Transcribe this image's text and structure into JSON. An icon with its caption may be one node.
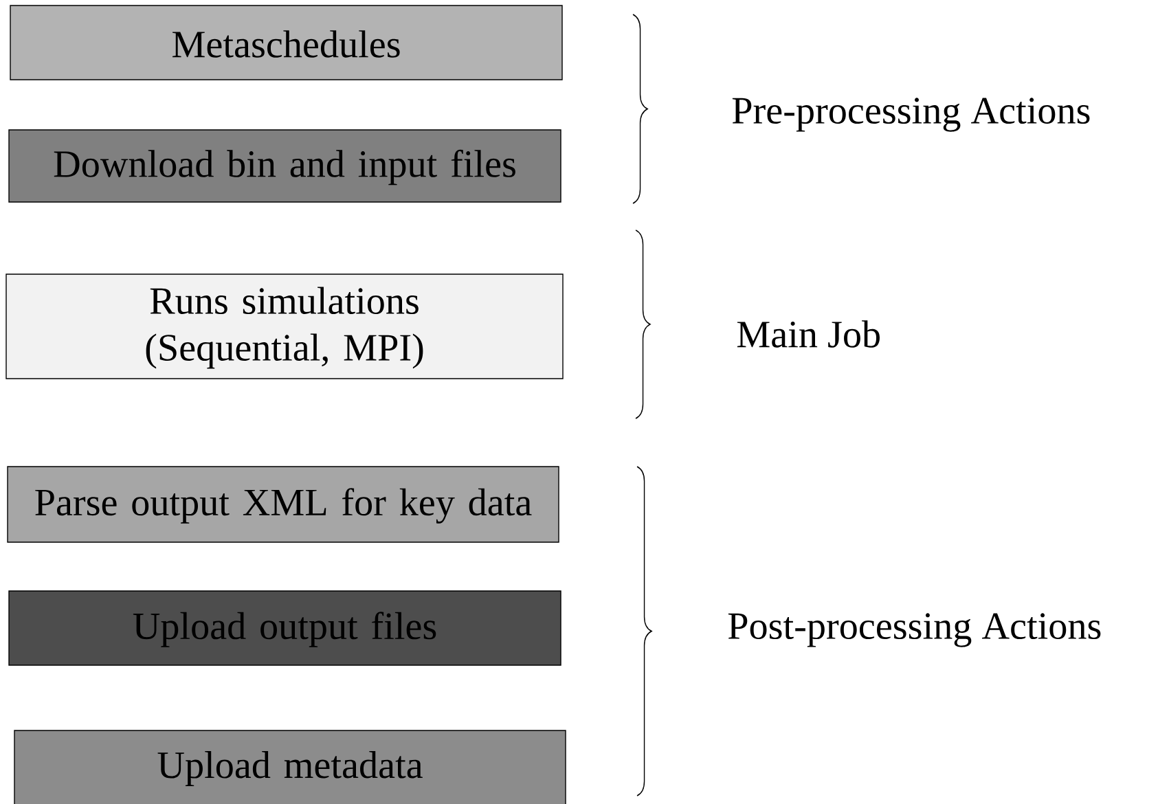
{
  "diagram": {
    "nodes": [
      {
        "text": [
          "Metaschedules"
        ]
      },
      {
        "text": [
          "Download bin and input files"
        ]
      },
      {
        "text": [
          "Runs simulations (Sequential, MPI)"
        ]
      },
      {
        "text": [
          "Parse output XML for key data"
        ]
      },
      {
        "text": [
          "Upload output files"
        ]
      },
      {
        "text": [
          "Upload metadata"
        ]
      }
    ],
    "edges": [],
    "labels": [
      "Pre-processing Actions",
      "Main Job",
      "Post-processing Actions"
    ]
  }
}
